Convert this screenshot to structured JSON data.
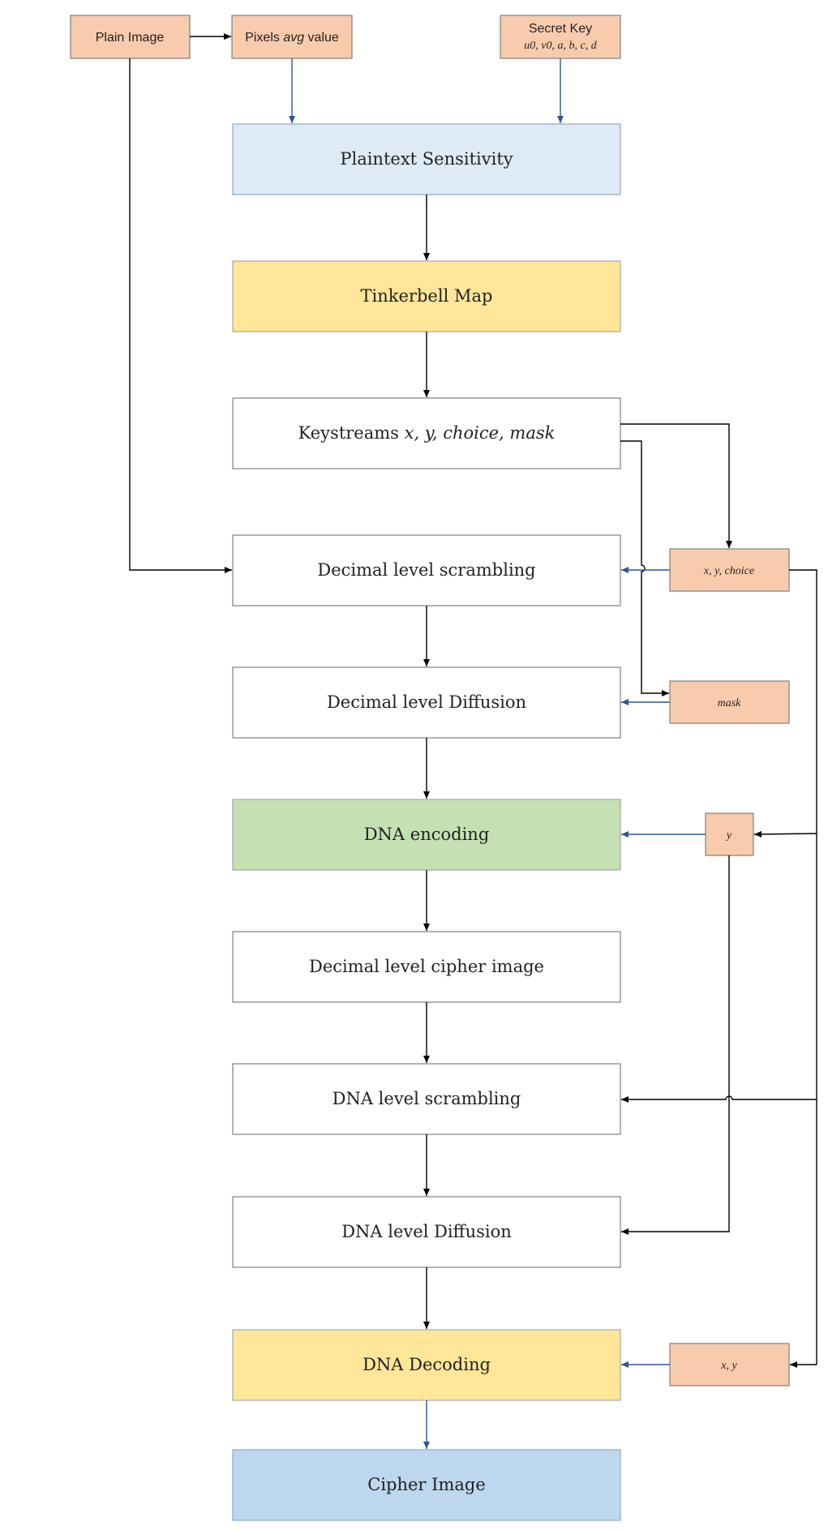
{
  "colors": {
    "peach": "#F8CBAD",
    "light_blue": "#DEEAF6",
    "yellow": "#FFE699",
    "green": "#C5E0B3",
    "blue": "#BDD7EE",
    "white": "#FFFFFF",
    "border": "#7F7F7F",
    "arrow_black": "#000000",
    "arrow_blue": "#2F5597"
  },
  "inputs": {
    "plain_image": "Plain Image",
    "pixels_avg": {
      "pre": "Pixels ",
      "em": "avg",
      "post": " value"
    },
    "secret_key": {
      "line1": "Secret Key",
      "line2": "u0, v0, a, b, c, d"
    }
  },
  "steps": {
    "plaintext_sensitivity": "Plaintext Sensitivity",
    "tinkerbell_map": "Tinkerbell Map",
    "keystreams": {
      "pre": "Keystreams ",
      "em": "x, y, choice, mask"
    },
    "decimal_scrambling": "Decimal level scrambling",
    "decimal_diffusion": "Decimal level Diffusion",
    "dna_encoding": "DNA encoding",
    "decimal_cipher": "Decimal level cipher image",
    "dna_scrambling": "DNA level scrambling",
    "dna_diffusion": "DNA level Diffusion",
    "dna_decoding": "DNA Decoding",
    "cipher_image": "Cipher Image"
  },
  "keys": {
    "xy_choice": "x, y, choice",
    "mask": "mask",
    "y": "y",
    "xy": "x, y"
  }
}
